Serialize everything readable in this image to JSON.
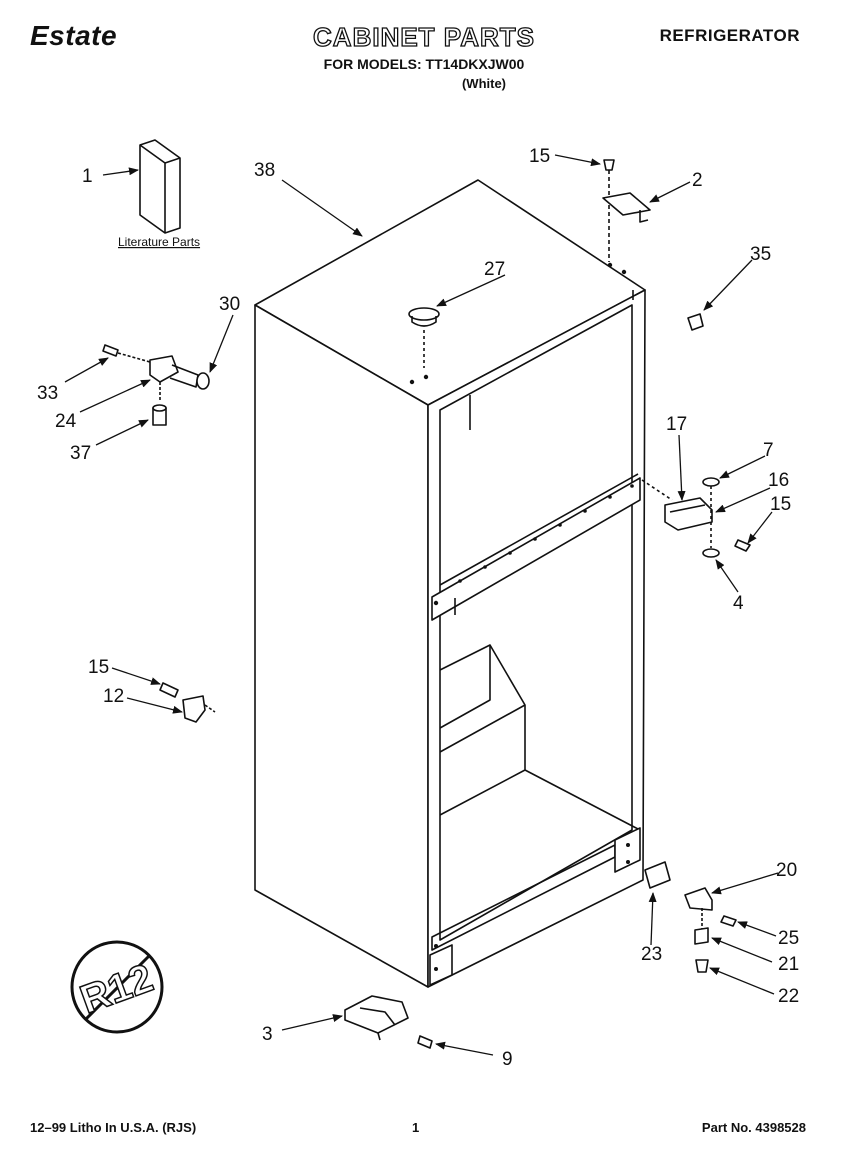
{
  "header": {
    "brand": "Estate",
    "title": "CABINET PARTS",
    "subtitle": "FOR MODELS: TT14DKXJW00",
    "color_note": "(White)",
    "product": "REFRIGERATOR"
  },
  "footer": {
    "litho": "12–99 Litho In U.S.A. (RJS)",
    "page": "1",
    "part_no": "Part No. 4398528"
  },
  "callouts": {
    "c1": "1",
    "c2": "2",
    "c3": "3",
    "c4": "4",
    "c7": "7",
    "c9": "9",
    "c12": "12",
    "c15a": "15",
    "c15b": "15",
    "c15c": "15",
    "c16": "16",
    "c17": "17",
    "c20": "20",
    "c21": "21",
    "c22": "22",
    "c23": "23",
    "c24": "24",
    "c25": "25",
    "c27": "27",
    "c30": "30",
    "c33": "33",
    "c35": "35",
    "c37": "37",
    "c38": "38"
  },
  "literature_label": "Literature Parts",
  "r12_label": "R12",
  "icons": {
    "no_r12": "no-r12-symbol"
  }
}
